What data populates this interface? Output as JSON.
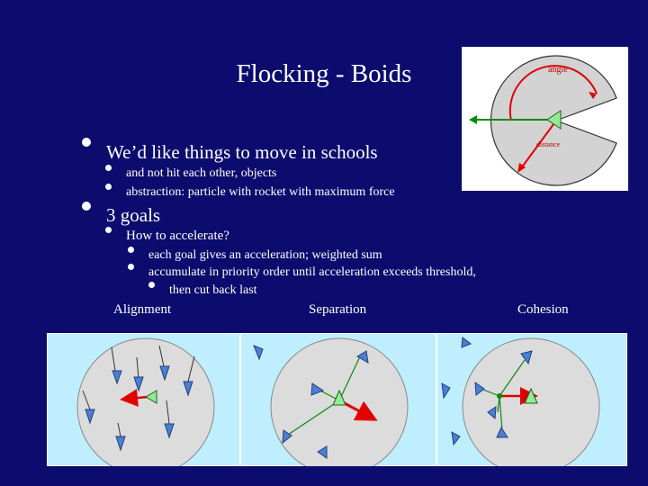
{
  "title": "Flocking - Boids",
  "bullets": {
    "b1": "We’d like things to move in schools",
    "b1a": "and not hit each other, objects",
    "b1b": "abstraction: particle with rocket with maximum force",
    "b2": "3 goals",
    "b2a": "How to accelerate?",
    "b2a1": "each goal gives an acceleration; weighted sum",
    "b2a2": "accumulate in priority order until acceleration exceeds threshold,",
    "b2a2i": "then cut back last"
  },
  "panels": {
    "alignment": "Alignment",
    "separation": "Separation",
    "cohesion": "Cohesion"
  },
  "neighborhood_figure": {
    "angle_label": "angle",
    "distance_label": "distance"
  },
  "colors": {
    "background": "#0c0c6e",
    "panel_bg": "#bfefff",
    "circle": "#dcdcdc",
    "boid": "#4a7fd4",
    "focus_boid": "#90ee90",
    "arrow_red": "#e00000",
    "arrow_green": "#0a8a0a"
  }
}
